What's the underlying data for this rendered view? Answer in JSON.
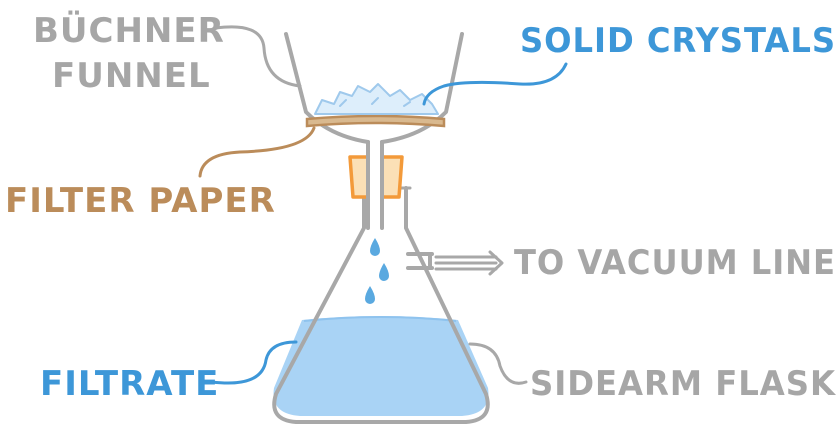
{
  "labels": {
    "buchner_funnel_line1": "BÜCHNER",
    "buchner_funnel_line2": "FUNNEL",
    "solid_crystals": "SOLID CRYSTALS",
    "filter_paper": "FILTER PAPER",
    "to_vacuum_line": "TO VACUUM LINE",
    "filtrate": "FILTRATE",
    "sidearm_flask": "SIDEARM FLASK"
  },
  "colors": {
    "outline": "#a8a8a8",
    "label_gray": "#a6a6a6",
    "label_blue": "#3d97d8",
    "label_tan": "#bb8c5a",
    "filtrate_fill": "#a9d3f5",
    "crystals_fill": "#ddeefb",
    "stopper_fill": "#fbe0b6",
    "stopper_stroke": "#f39a3a",
    "drop_fill": "#5aa9e0"
  }
}
